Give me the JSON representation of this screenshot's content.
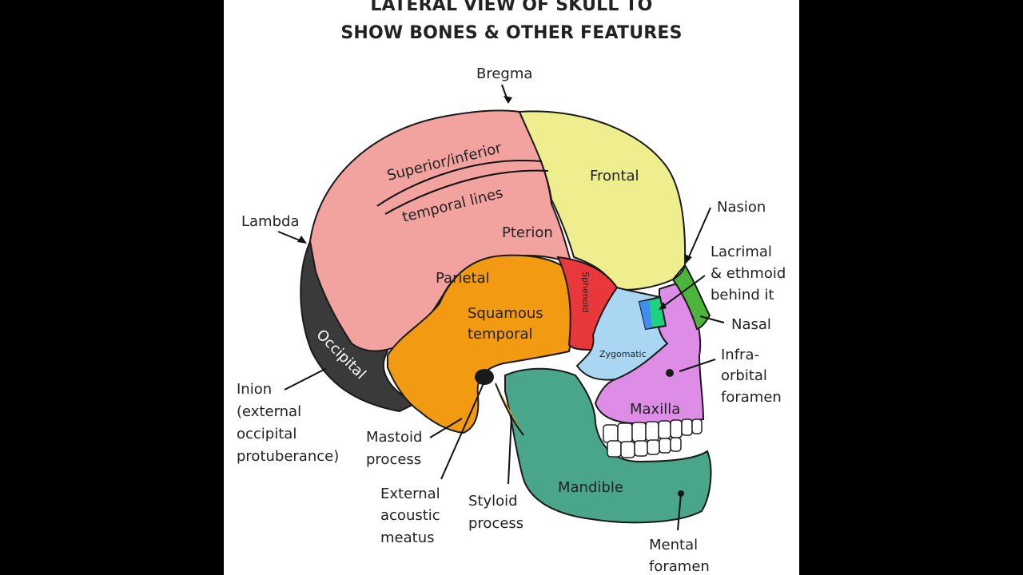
{
  "title": {
    "line1": "LATERAL VIEW OF SKULL TO",
    "line2": "SHOW BONES & OTHER FEATURES"
  },
  "labels": {
    "bregma": "Bregma",
    "lambda": "Lambda",
    "nasion": "Nasion",
    "lacrimal_1": "Lacrimal",
    "lacrimal_2": "& ethmoid",
    "lacrimal_3": "behind it",
    "nasal": "Nasal",
    "infra_1": "Infra-",
    "infra_2": "orbital",
    "infra_3": "foramen",
    "inion_1": "Inion",
    "inion_2": "(external",
    "inion_3": "occipital",
    "inion_4": "protuberance)",
    "mastoid_1": "Mastoid",
    "mastoid_2": "process",
    "ext_1": "External",
    "ext_2": "acoustic",
    "ext_3": "meatus",
    "styloid_1": "Styloid",
    "styloid_2": "process",
    "mental_1": "Mental",
    "mental_2": "foramen"
  },
  "bones": {
    "parietal": "Parietal",
    "frontal": "Frontal",
    "occipital": "Occipital",
    "squamous_1": "Squamous",
    "squamous_2": "temporal",
    "pterion": "Pterion",
    "sphenoid": "Sphenoid",
    "zygomatic": "Zygomatic",
    "maxilla": "Maxilla",
    "mandible": "Mandible",
    "temporal_lines_1": "Superior/inferior",
    "temporal_lines_2": "temporal lines"
  },
  "colors": {
    "parietal": "#f2a3a0",
    "frontal": "#efee8e",
    "occipital": "#3a3a3a",
    "temporal": "#f29a12",
    "sphenoid": "#e8383c",
    "zygomatic": "#a9d6f2",
    "maxilla": "#dd8de6",
    "mandible": "#4aa68a",
    "nasal": "#4cb43b",
    "lacrimal": "#1fd27f",
    "outline": "#1a1a1a"
  }
}
